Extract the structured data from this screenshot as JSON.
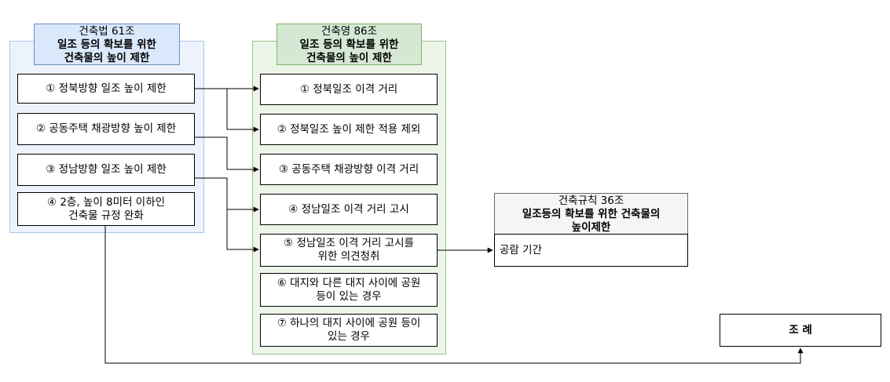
{
  "law": {
    "title": "건축법 61조",
    "subtitle_line1": "일조 등의 확보를 위한",
    "subtitle_line2": "건축물의 높이 제한",
    "items": [
      "① 정북방향 일조 높이 제한",
      "② 공동주택 채광방향 높이 제한",
      "③ 정남방향 일조 높이 제한",
      "④ 2층, 높이 8미터 이하인",
      "건축물 규정 완화"
    ]
  },
  "decree": {
    "title": "건축영 86조",
    "subtitle_line1": "일조 등의 확보를 위한",
    "subtitle_line2": "건축물의 높이 제한",
    "items": [
      "① 정북일조 이격 거리",
      "② 정북일조 높이 제한 적용 제외",
      "③ 공동주택 채광방향 이격 거리",
      "④ 정남일조 이격 거리 고시",
      "⑤ 정남일조 이격 거리 고시를",
      "위한 의견청취",
      "⑥ 대지와 다른 대지 사이에 공원",
      "등이 있는 경우",
      "⑦ 하나의 대지 사이에 공원 등이",
      "있는 경우"
    ]
  },
  "rule": {
    "title": "건축규칙 36조",
    "subtitle_line1": "일조등의 확보를 위한 건축물의",
    "subtitle_line2": "높이제한",
    "content": "공람 기간"
  },
  "ordinance": {
    "label": "조 례"
  }
}
